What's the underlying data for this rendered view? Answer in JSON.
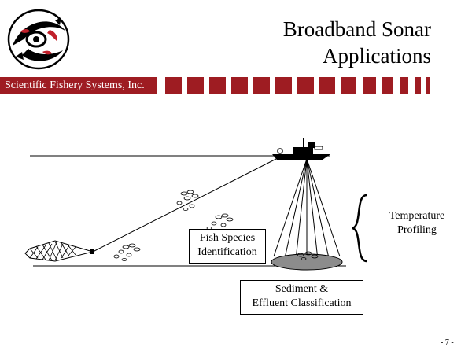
{
  "header": {
    "title_line1": "Broadband Sonar",
    "title_line2": "Applications",
    "company": "Scientific Fishery Systems, Inc.",
    "accent_color": "#9e1c22"
  },
  "logo": {
    "icon": "fish-emblem-logo"
  },
  "diagram": {
    "labels": {
      "fish_species_line1": "Fish Species",
      "fish_species_line2": "Identification",
      "sediment_line1": "Sediment &",
      "sediment_line2": "Effluent Classification",
      "temperature_line1": "Temperature",
      "temperature_line2": "Profiling"
    }
  },
  "footer": {
    "page_number": "- 7 -"
  }
}
